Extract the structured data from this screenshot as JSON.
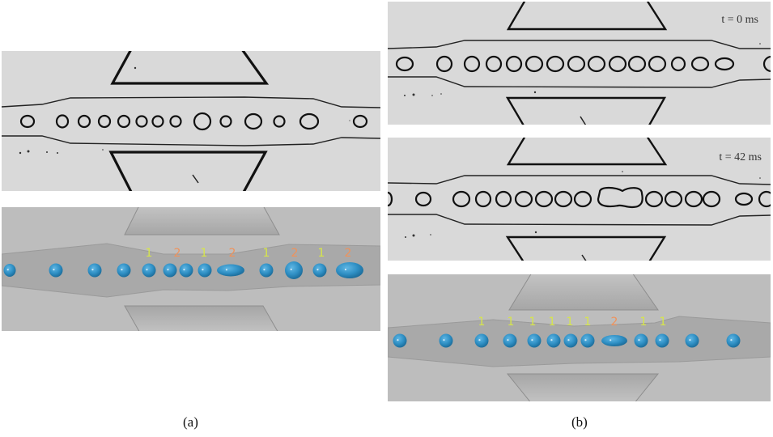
{
  "figure": {
    "captions": {
      "a": "(a)",
      "b": "(b)"
    },
    "colors": {
      "experiment_bg": "#d9d9d9",
      "simulation_bg": "#bdbdbd",
      "channel_sim": "#a9a9a9",
      "droplet_blue": "#2f8fc4",
      "label_one": "#d7e64a",
      "label_two": "#f0925a",
      "outline_dark": "#111111"
    },
    "panel_a": {
      "experiment": {
        "description": "Experimental micrograph of droplet train passing electrodes",
        "droplet_count": 14
      },
      "simulation": {
        "description": "Simulation of droplet pairing",
        "droplet_count": 13,
        "labels": [
          "1",
          "2",
          "1",
          "2",
          "1",
          "2",
          "1",
          "2"
        ]
      }
    },
    "panel_b": {
      "frames": [
        {
          "time_label": "t = 0 ms",
          "droplet_count": 16
        },
        {
          "time_label": "t = 42 ms",
          "droplet_count": 15
        }
      ],
      "simulation": {
        "description": "Simulation of selective coalescence",
        "droplet_count": 13,
        "labels": [
          "1",
          "1",
          "1",
          "1",
          "1",
          "1",
          "2",
          "1",
          "1"
        ]
      }
    }
  }
}
